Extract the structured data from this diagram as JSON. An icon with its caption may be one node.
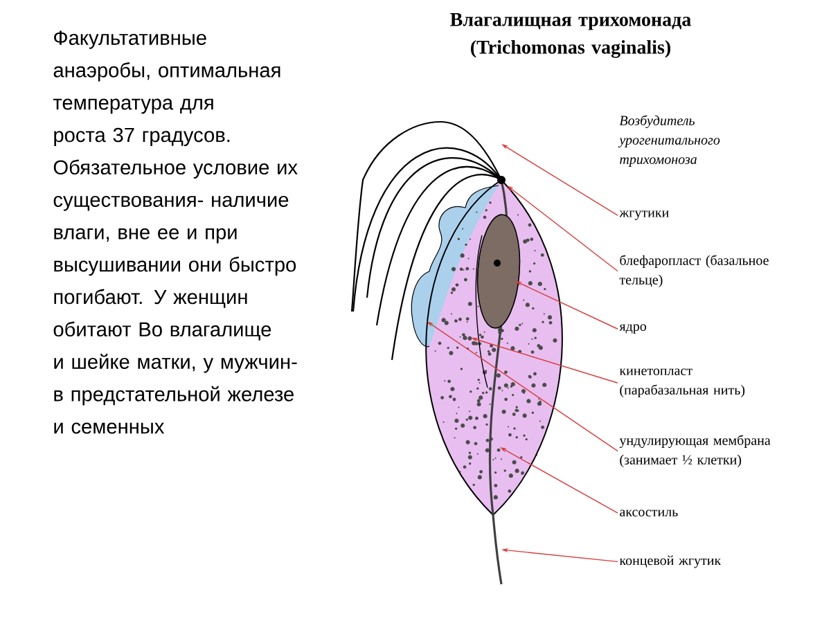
{
  "diagram": {
    "title": "Влагалищная трихомонада (Trichomonas vaginalis)",
    "nodes": [
      {
        "text": [
          "жгутики"
        ]
      },
      {
        "text": [
          "блефаропласт (базальное тельце)"
        ]
      },
      {
        "text": [
          "ядро"
        ]
      },
      {
        "text": [
          "кинетопласт (парабазальная нить)"
        ]
      },
      {
        "text": [
          "ундулирующая мембрана (занимает ½ клетки)"
        ]
      },
      {
        "text": [
          "аксостиль"
        ]
      },
      {
        "text": [
          "концевой жгутик"
        ]
      },
      {
        "text": [],
        "shape": "ellipse"
      }
    ],
    "edges": [
      {
        "from": 0,
        "to": null,
        "arrow": "to"
      },
      {
        "from": 1,
        "to": null,
        "arrow": "to"
      },
      {
        "from": 2,
        "to": 7,
        "arrow": "to"
      },
      {
        "from": 3,
        "to": null,
        "arrow": "to"
      },
      {
        "from": 4,
        "to": null,
        "arrow": "to"
      },
      {
        "from": 5,
        "to": null,
        "arrow": "to"
      },
      {
        "from": 6,
        "to": null,
        "arrow": "to"
      }
    ],
    "labels": [
      "Факультативные анаэробы, оптимальная температура для роста 37 градусов. Обязательное условие их существования- наличие влаги, вне ее и при высушивании они быстро погибают. У женщин обитают Во влагалище и шейке матки, у мужчин- в предстательной железе и семенных",
      "Возбудитель урогенитального трихомоноза"
    ]
  }
}
